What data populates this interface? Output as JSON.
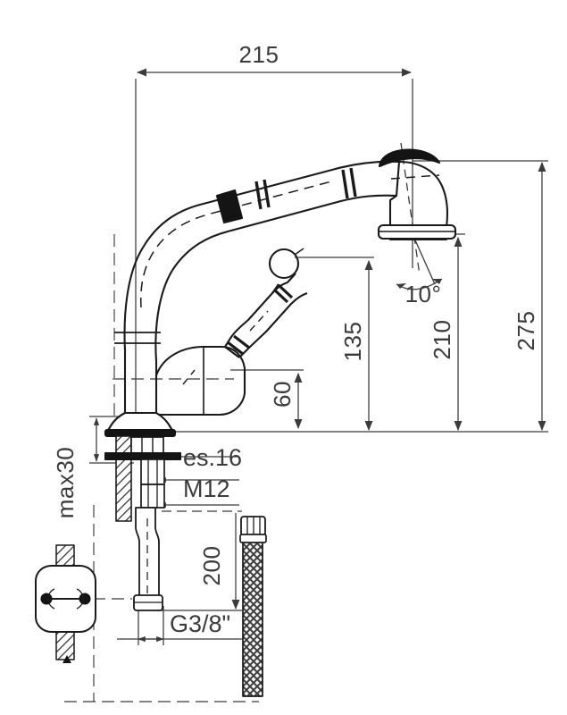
{
  "drawing": {
    "title": "Pull-out spray kitchen mixer tap — dimensioned side elevation",
    "type": "technical-line-drawing",
    "units": "mm",
    "background_color": "#ffffff",
    "line_color": "#1a1a1a",
    "dimension_color": "#3b3b3b"
  },
  "dimensions": {
    "overall_reach": "215",
    "overall_height": "275",
    "spout_outlet_height": "210",
    "handle_clearance_height": "135",
    "body_height": "60",
    "hose_length": "200",
    "outlet_angle": "10°",
    "counter_thickness": "max30",
    "washer_thickness": "es.16",
    "stud_thread": "M12",
    "supply_thread": "G3/8\""
  },
  "labels": [
    {
      "id": "dim-215",
      "text": "215",
      "orientation": "horizontal",
      "position": "top"
    },
    {
      "id": "dim-275",
      "text": "275",
      "orientation": "vertical",
      "position": "right-outer"
    },
    {
      "id": "dim-210",
      "text": "210",
      "orientation": "vertical",
      "position": "right-inner"
    },
    {
      "id": "dim-10deg",
      "text": "10°",
      "orientation": "horizontal",
      "position": "spout-outlet"
    },
    {
      "id": "dim-135",
      "text": "135",
      "orientation": "vertical",
      "position": "center-right"
    },
    {
      "id": "dim-60",
      "text": "60",
      "orientation": "vertical",
      "position": "body"
    },
    {
      "id": "dim-max30",
      "text": "max30",
      "orientation": "vertical",
      "position": "left-base"
    },
    {
      "id": "dim-es16",
      "text": "es.16",
      "orientation": "horizontal",
      "position": "washer"
    },
    {
      "id": "dim-m12",
      "text": "M12",
      "orientation": "horizontal",
      "position": "stud"
    },
    {
      "id": "dim-200",
      "text": "200",
      "orientation": "vertical",
      "position": "hose"
    },
    {
      "id": "dim-g38",
      "text": "G3/8\"",
      "orientation": "horizontal",
      "position": "supply-end"
    }
  ],
  "components": [
    {
      "name": "spray-head",
      "note": "pull-out spray head, shaded top"
    },
    {
      "name": "spout-arm",
      "note": "curved swan-neck spout with collar rings"
    },
    {
      "name": "black-collar-band",
      "note": "solid dark band on spout arm"
    },
    {
      "name": "lever-handle",
      "note": "angled lever with ball knob"
    },
    {
      "name": "mixer-body",
      "note": "cartridge housing ball"
    },
    {
      "name": "base-escutcheon",
      "note": "decorative flared base"
    },
    {
      "name": "counter-section",
      "note": "hatched worktop cross-section, max 30 mm"
    },
    {
      "name": "washer-plate",
      "note": "mounting washer, es.16"
    },
    {
      "name": "m12-stud-nut",
      "note": "M12 threaded stud and nut"
    },
    {
      "name": "pull-out-hose",
      "note": "central pull-out hose tube, 200 mm"
    },
    {
      "name": "braided-supply-hose",
      "note": "braided flexible supply hose, G3/8\""
    },
    {
      "name": "mounting-bracket",
      "note": "bottom-left bracket detail with two screws"
    }
  ]
}
